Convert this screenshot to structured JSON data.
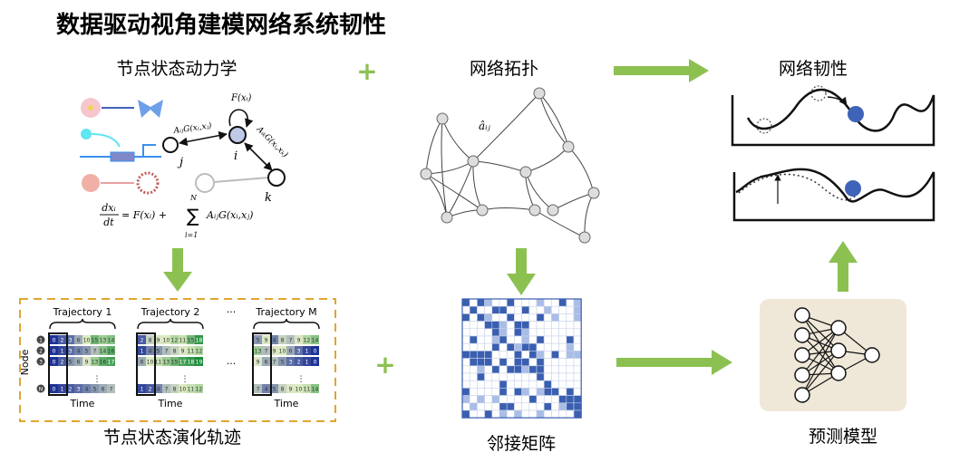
{
  "title": "数据驱动视角建模网络系统韧性",
  "sections": {
    "dynamics": "节点状态动力学",
    "topology": "网络拓扑",
    "resilience": "网络韧性",
    "trajectories": "节点状态演化轨迹",
    "adjacency": "邻接矩阵",
    "model": "预测模型"
  },
  "plus": "+",
  "dynamics_labels": {
    "self": "F(xᵢ)",
    "edge_ij": "AᵢⱼG(xᵢ,xⱼ)",
    "edge_ik": "AᵢₖG(xᵢ,xₖ)",
    "node_i": "i",
    "node_j": "j",
    "node_k": "k",
    "equation_lhs_num": "dxᵢ",
    "equation_lhs_den": "dt",
    "equation_rhs1": "= F(xᵢ) +",
    "equation_sum": "∑",
    "equation_sum_top": "N",
    "equation_sum_bottom": "i=1",
    "equation_rhs2": "AᵢⱼG(xᵢ,xⱼ)"
  },
  "topology_label": "âᵢⱼ",
  "trajectory_panel": {
    "node_axis": "Node",
    "node_labels": [
      "1",
      "2",
      "3",
      "N"
    ],
    "time_label": "Time",
    "ellipsis": "···",
    "trajectories": [
      {
        "title": "Trajectory 1",
        "rows": [
          [
            0,
            2,
            3,
            6,
            10,
            15,
            13,
            14
          ],
          [
            0,
            1,
            3,
            4,
            5,
            7,
            14,
            16
          ],
          [
            0,
            2,
            5,
            6,
            9,
            13,
            16,
            17
          ],
          [
            0,
            1,
            2,
            3,
            4,
            5,
            6,
            7
          ]
        ]
      },
      {
        "title": "Trajectory  2",
        "rows": [
          [
            2,
            8,
            9,
            10,
            12,
            11,
            15,
            18
          ],
          [
            1,
            4,
            5,
            7,
            8,
            9,
            11,
            12
          ],
          [
            6,
            10,
            11,
            13,
            15,
            17,
            18,
            19
          ],
          [
            1,
            2,
            4,
            7,
            8,
            10,
            11,
            12
          ]
        ]
      },
      {
        "title": "Trajectory M",
        "rows": [
          [
            5,
            9,
            4,
            8,
            7,
            9,
            12,
            14
          ],
          [
            13,
            7,
            9,
            10,
            6,
            3,
            1,
            0
          ],
          [
            9,
            6,
            7,
            5,
            3,
            2,
            1,
            0
          ],
          [
            7,
            4,
            5,
            8,
            9,
            10,
            11,
            14
          ]
        ]
      }
    ]
  },
  "colors": {
    "arrow": "#8cc152",
    "dashed_box": "#e0a530",
    "model_bg": "#efe8d8",
    "node_fill": "#bfc9e8",
    "ball": "#3f63b8",
    "matrix": "#3a5fb0"
  }
}
